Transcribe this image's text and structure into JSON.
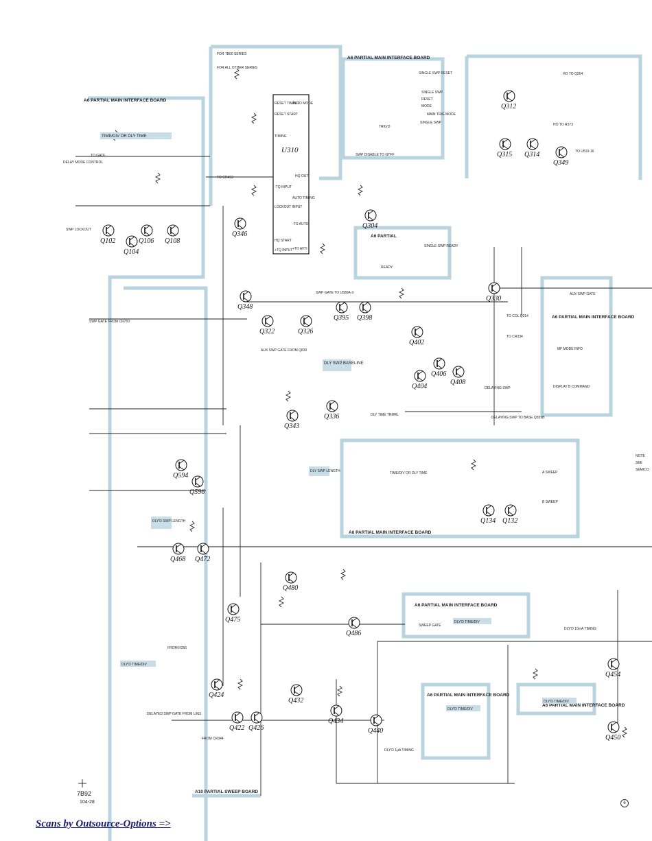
{
  "boards": {
    "a6_main_left": "A6 PARTIAL MAIN INTERFACE BOARD",
    "a6_main_top": "A6 PARTIAL MAIN INTERFACE BOARD",
    "a6_partial": "A6 PARTIAL",
    "a6_main_right": "A6 PARTIAL MAIN INTERFACE BOARD",
    "a6_main_bottom": "A6 PARTIAL MAIN INTERFACE BOARD",
    "a6_main_lower": "A6 PARTIAL MAIN INTERFACE BOARD",
    "a6_main_lower2": "A6 PARTIAL MAIN INTERFACE BOARD",
    "a6_main_far": "A6 PARTIAL MAIN INTERFACE BOARD",
    "a10_sweep": "A10 PARTIAL SWEEP BOARD"
  },
  "transistors": [
    "Q102",
    "Q104",
    "Q106",
    "Q108",
    "Q312",
    "Q315",
    "Q314",
    "Q349",
    "Q304",
    "Q346",
    "Q348",
    "Q322",
    "Q326",
    "Q395",
    "Q398",
    "Q330",
    "Q402",
    "Q406",
    "Q404",
    "Q408",
    "Q343",
    "Q336",
    "Q594",
    "Q596",
    "Q134",
    "Q132",
    "Q468",
    "Q472",
    "Q480",
    "Q475",
    "Q486",
    "Q424",
    "Q422",
    "Q426",
    "Q432",
    "Q434",
    "Q440",
    "Q454",
    "Q450"
  ],
  "ic": "U310",
  "u310_pins": {
    "reset_timing": "RESET TIMING",
    "reset_start": "RESET START",
    "auto_mode": "AUTO MODE",
    "timing": "TIMING",
    "tq_input": "-TQ INPUT",
    "lockout_input": "LOCKOUT INPUT",
    "hq_start": "HQ START",
    "hq_input": "+TQ INPUT",
    "hq_out": "HQ OUT",
    "auto_timing": "AUTO TIMING",
    "to_auto": "-TO AUTO",
    "to_avti": "+TO AVTI"
  },
  "labels": {
    "for_7b00": "FOR 7B00 SERIES",
    "for_all_other": "FOR ALL OTHER SERIES",
    "time_div_dly": "TIME/DIV OR DLY TIME",
    "delay_mode_control": "DELAY MODE CONTROL",
    "to_gate": "TO GATE",
    "swp_lockout": "SWP LOCKOUT",
    "to_cr493": "TO CR493",
    "single_swp_reset": "SINGLE SWP RESET",
    "single_swp": "SINGLE SWP",
    "reset": "RESET",
    "mode": "MODE",
    "main_trig_mode": "MAIN TRIG MODE",
    "trig_d": "TRIG'D",
    "single_swp2": "SINGLE SWP",
    "swp_disable": "SWP DISABLE TO GTFF",
    "ho_to_q504": "HO TO Q504",
    "ho_to_r373": "HO TO R373",
    "to_u510": "TO U510-16",
    "single_swp_ready": "SINGLE SWP READY",
    "ready": "READY",
    "swp_gate_to": "SWP GATE TO U580A-3",
    "swp_gate_from": "SWP GATE FROM CR750",
    "aux_swp_gate": "AUX SWP GATE",
    "to_col": "TO COL Q314",
    "to_cr334": "TO CR334",
    "aux_swp_gate_q830": "AUX SWP GATE FROM Q830",
    "dly_swp_baseline": "DLY SWP BASELINE",
    "mf_mode_info": "MF MODE INFO",
    "display_b_command": "DISPLAY B COMMAND",
    "delaying_swp": "DELAYING SWP",
    "delaying_swp_to_base": "DELAYING SWP TO BASE Q559B",
    "dly_time_trmrl": "DLY TIME TRMRL",
    "dly_swp_length": "DLY SWP LENGTH",
    "a_sweep": "A SWEEP",
    "b_sweep": "B SWEEP",
    "dlyd_swp_length": "DLY'D SWP LENGTH",
    "dlyd_time_div": "DLY'D TIME/DIV",
    "sweep_gate": "SWEEP GATE",
    "delayed_swp_gate": "DELAYED SWP GATE FROM L963",
    "from_cr344": "FROM CR344",
    "from_r256": "FROM R256",
    "dlyd_sw_timing": "DLY'D 1µA TIMING",
    "dlyd_10ma_timing": "DLY'D 10mA TIMING",
    "note": "NOTE",
    "see": "SEE",
    "semico": "SEMICO"
  },
  "tags": {
    "time_div": "TIME/DIV OR DLY TIME",
    "dly_baseline": "DLY SWP BASELINE",
    "dly_length": "DLY SWP LENGTH",
    "dlyd_length": "DLY'D SWP LENGTH",
    "dlyd_td1": "DLY'D TIME/DIV",
    "dlyd_td2": "DLY'D TIME/DIV",
    "dlyd_td3": "DLY'D TIME/DIV",
    "dlyd_td4": "DLY'D TIME/DIV"
  },
  "page": {
    "code": "7B92",
    "date": "104-28",
    "number": "6",
    "footer": "Scans by Outsource-Options =>"
  }
}
